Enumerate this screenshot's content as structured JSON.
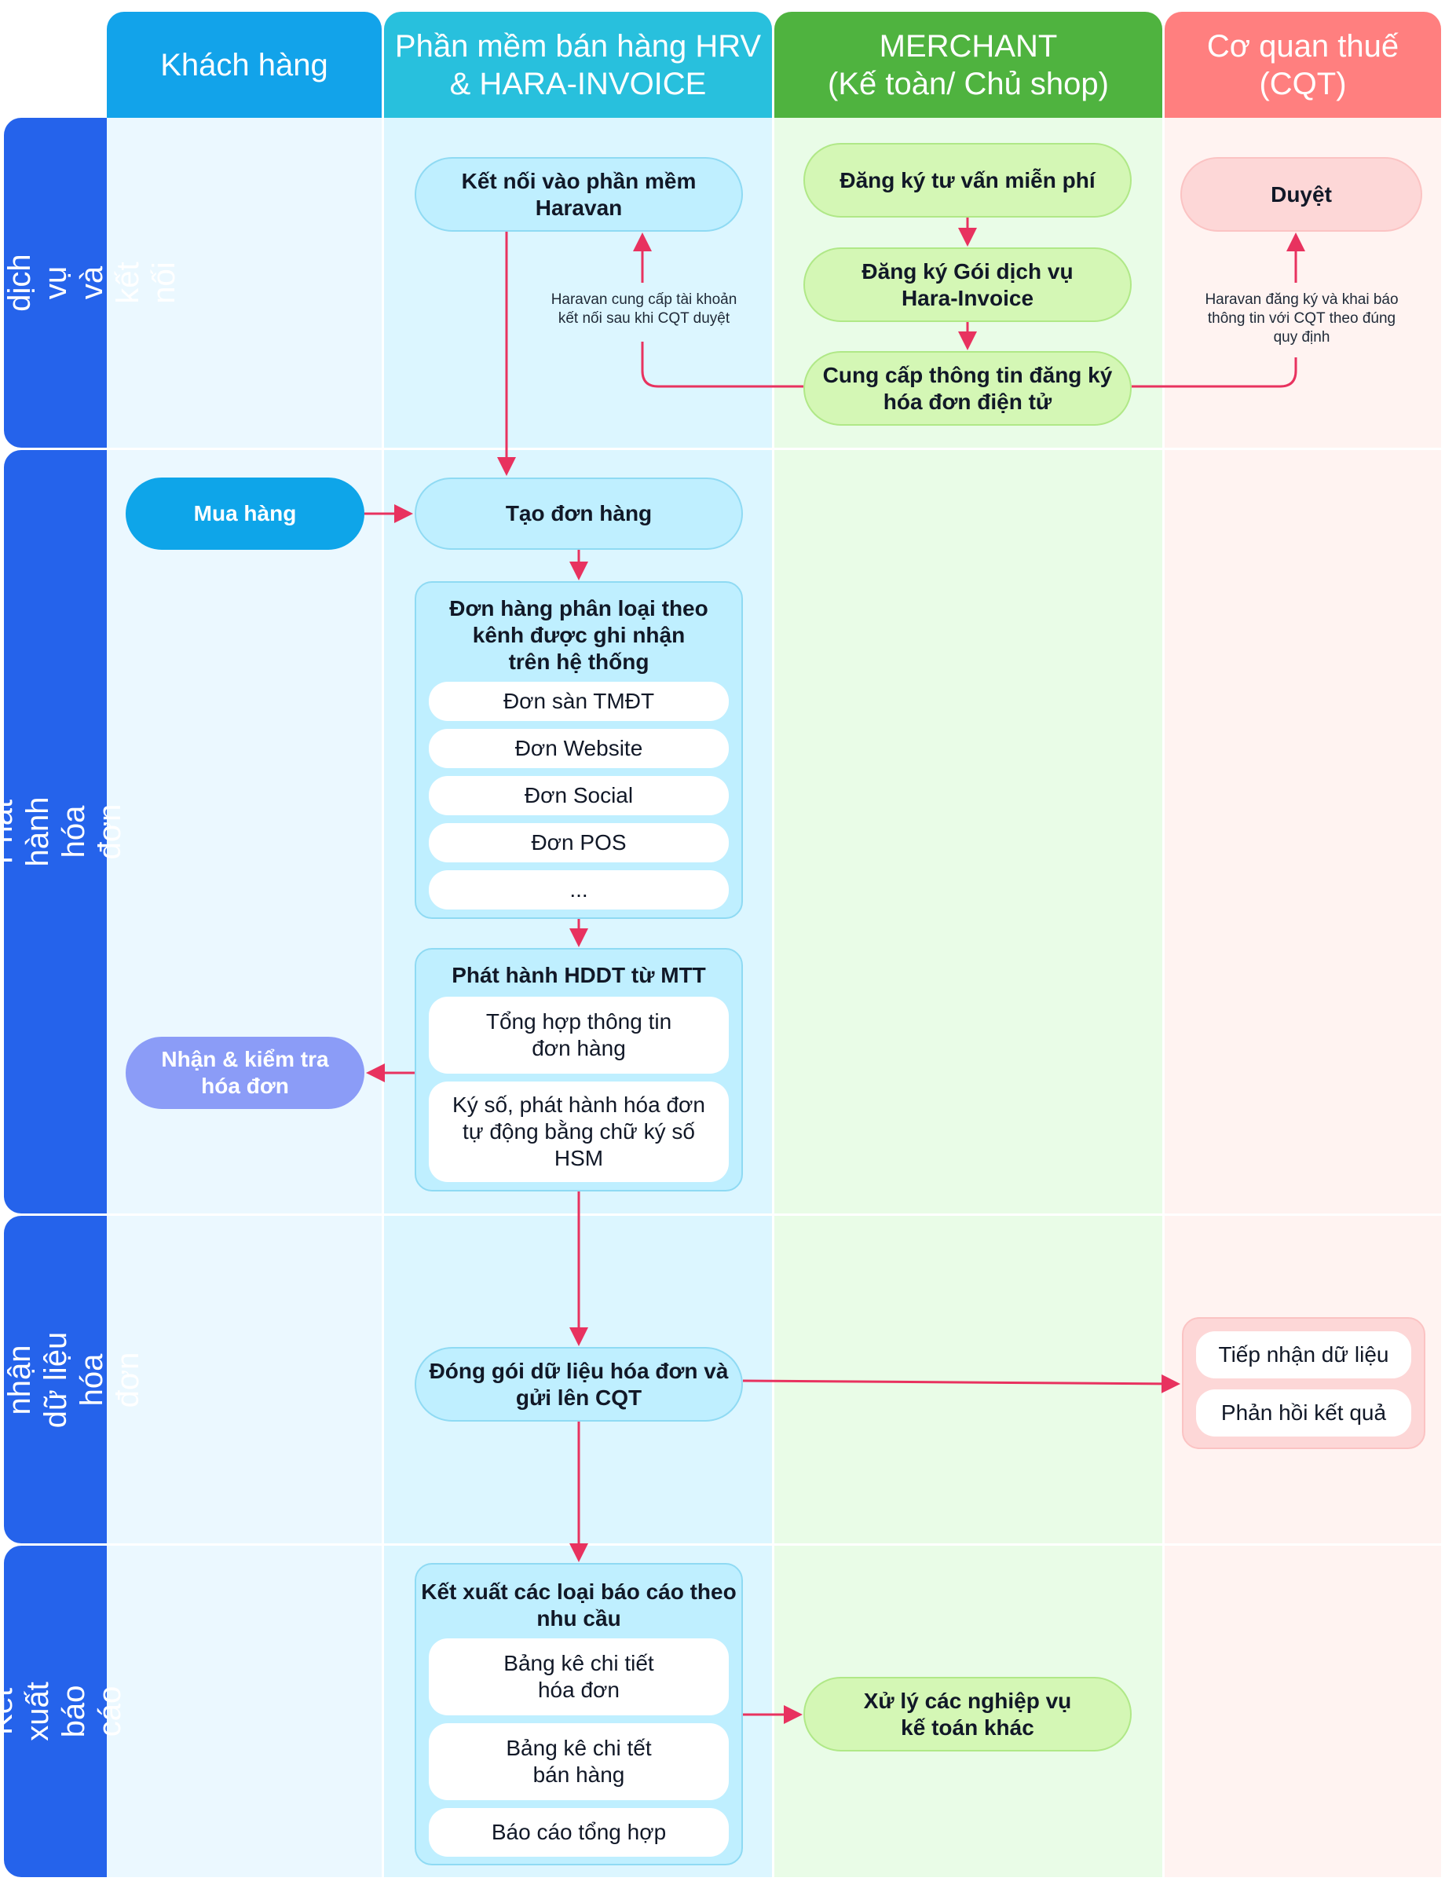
{
  "columns": [
    {
      "label": "Khách hàng",
      "color": "#12a3ea"
    },
    {
      "label": "Phần mềm bán hàng HRV\n& HARA-INVOICE",
      "color": "#28c0dd"
    },
    {
      "label": "MERCHANT\n(Kế toàn/ Chủ shop)",
      "color": "#4fb33f"
    },
    {
      "label": "Cơ quan thuế\n(CQT)",
      "color": "#ff7f7f"
    }
  ],
  "rows": [
    {
      "label": "Đăng ký dịch vụ\nvà kết nối"
    },
    {
      "label": "Phát hành hóa đơn"
    },
    {
      "label": "Truyền nhận\ndữ liệu hóa đơn"
    },
    {
      "label": "Kết xuất báo cáo"
    }
  ],
  "nodes": {
    "ket_noi": "Kết nối vào phần mềm\nHaravan",
    "dang_ky_tu_van": "Đăng ký tư vấn miễn phí",
    "dang_ky_goi": "Đăng ký Gói dịch vụ\nHara-Invoice",
    "cung_cap": "Cung cấp thông tin đăng ký\nhóa đơn điện tử",
    "duyet": "Duyệt",
    "mua_hang": "Mua hàng",
    "tao_don": "Tạo đơn hàng",
    "nhan_kiem_tra": "Nhận & kiểm tra\nhóa đơn",
    "dong_goi": "Đóng gói dữ liệu hóa đơn và\ngửi lên CQT",
    "xu_ly": "Xử lý các nghiệp vụ\nkế toán khác"
  },
  "notes": {
    "haravan_cung_cap": "Haravan cung cấp tài khoản\nkết nối sau khi CQT duyệt",
    "haravan_dang_ky": "Haravan đăng ký và khai báo\nthông tin với CQT theo đúng\nquy định"
  },
  "groups": {
    "phan_loai": {
      "title": "Đơn hàng phân loại theo\nkênh được ghi nhận\ntrên hệ thống",
      "items": [
        "Đơn sàn TMĐT",
        "Đơn Website",
        "Đơn Social",
        "Đơn POS",
        "..."
      ]
    },
    "phat_hanh": {
      "title": "Phát hành HDDT từ MTT",
      "items": [
        "Tổng hợp thông tin\nđơn hàng",
        "Ký số, phát hành hóa đơn\ntự động bằng chữ ký số\nHSM"
      ]
    },
    "cqt": {
      "items": [
        "Tiếp nhận dữ liệu",
        "Phản hồi kết quả"
      ]
    },
    "ket_xuat": {
      "title": "Kết xuất các loại báo cáo theo\nnhu cầu",
      "items": [
        "Bảng kê chi tiết\nhóa đơn",
        "Bảng kê chi tết\nbán hàng",
        "Báo cáo tổng hợp"
      ]
    }
  },
  "colors": {
    "arrow": "#e8325f",
    "row_header": "#2563eb",
    "customer_node": "#0ea5e9",
    "customer_node_light": "#8b9cf7"
  }
}
